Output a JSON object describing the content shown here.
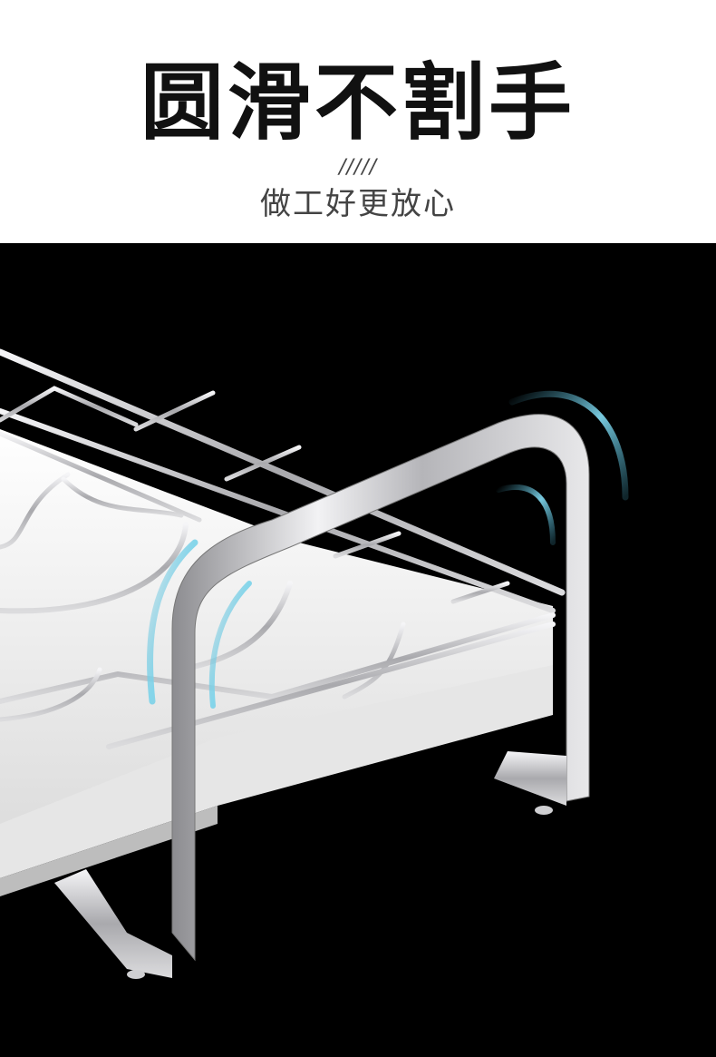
{
  "header": {
    "headline": "圆滑不割手",
    "divider": "/////",
    "subtitle": "做工好更放心"
  },
  "photo": {
    "subject": "stainless-steel-rack",
    "colors": {
      "background": "#000000",
      "steel": "#c9c9cc",
      "tray": "#f4f4f4",
      "accent": "#4fb8d6"
    }
  }
}
